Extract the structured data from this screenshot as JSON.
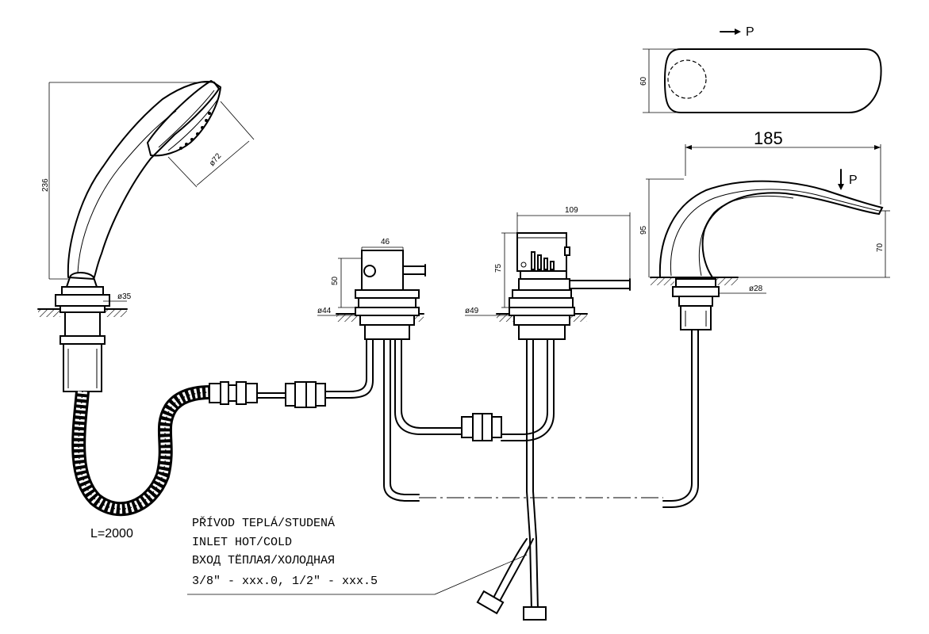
{
  "dimensions": {
    "hand_shower_height": "236",
    "shower_head_diameter": "ø72",
    "hand_shower_base_diameter": "ø35",
    "valve_height": "50",
    "valve_width": "46",
    "valve_base_diameter": "ø44",
    "mixer_height": "75",
    "mixer_width": "109",
    "mixer_base_diameter": "ø49",
    "spout_height": "95",
    "spout_outlet_height": "70",
    "spout_base_diameter": "ø28",
    "spout_length": "185",
    "spout_top_width": "60"
  },
  "arrows": {
    "top_view_arrow": "P",
    "side_view_arrow": "P"
  },
  "hose_length": "L=2000",
  "inlet_note": {
    "line1": "PŘÍVOD TEPLÁ/STUDENÁ",
    "line2": "INLET HOT/COLD",
    "line3": "ВХОД ТЁПЛАЯ/ХОЛОДНАЯ",
    "line4": "3/8\" - xxx.0, 1/2\" - xxx.5"
  }
}
